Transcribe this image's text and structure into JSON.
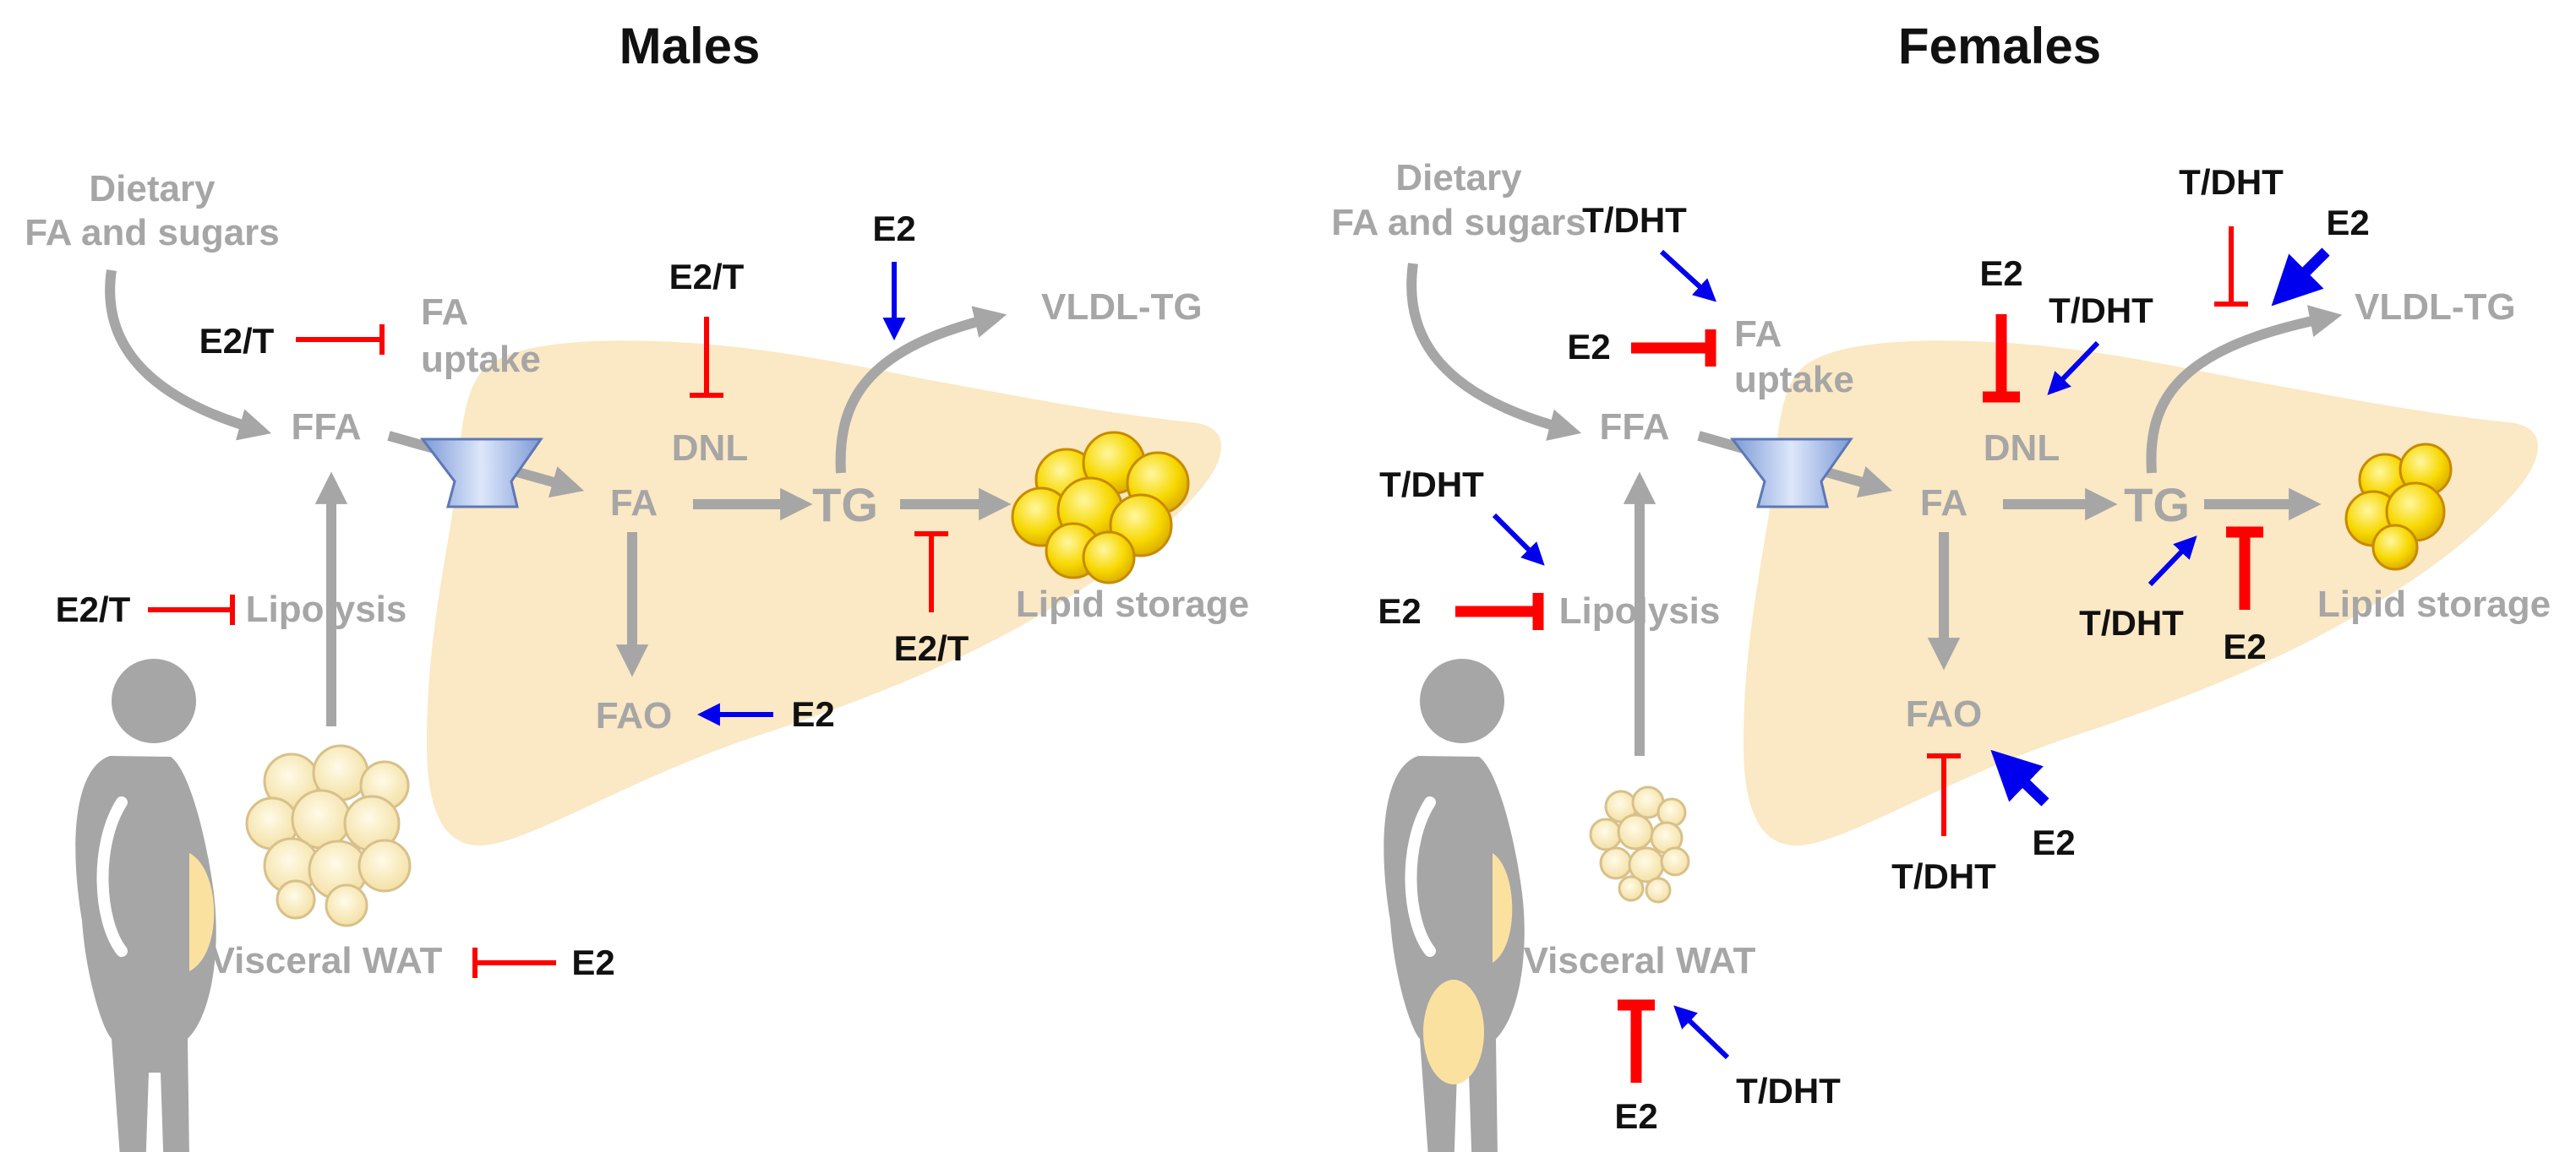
{
  "panels": {
    "males": {
      "title": "Males",
      "dietary_line1": "Dietary",
      "dietary_line2": "FA and sugars",
      "ffa": "FFA",
      "fa_uptake_line1": "FA",
      "fa_uptake_line2": "uptake",
      "fa": "FA",
      "tg": "TG",
      "dnl": "DNL",
      "fao": "FAO",
      "vldl_tg": "VLDL-TG",
      "lipid_storage": "Lipid storage",
      "lipolysis": "Lipolysis",
      "visceral_wat": "Visceral WAT",
      "reg_fa_uptake": "E2/T",
      "reg_lipolysis": "E2/T",
      "reg_dnl": "E2/T",
      "reg_vldl": "E2",
      "reg_storage": "E2/T",
      "reg_fao": "E2",
      "reg_wat": "E2"
    },
    "females": {
      "title": "Females",
      "dietary_line1": "Dietary",
      "dietary_line2": "FA and sugars",
      "ffa": "FFA",
      "fa_uptake_line1": "FA",
      "fa_uptake_line2": "uptake",
      "fa": "FA",
      "tg": "TG",
      "dnl": "DNL",
      "fao": "FAO",
      "vldl_tg": "VLDL-TG",
      "lipid_storage": "Lipid storage",
      "lipolysis": "Lipolysis",
      "visceral_wat": "Visceral WAT",
      "reg_uptake_tdht": "T/DHT",
      "reg_uptake_e2": "E2",
      "reg_lipolysis_tdht": "T/DHT",
      "reg_lipolysis_e2": "E2",
      "reg_dnl_e2": "E2",
      "reg_dnl_tdht": "T/DHT",
      "reg_vldl_tdht": "T/DHT",
      "reg_vldl_e2": "E2",
      "reg_tg_tdht": "T/DHT",
      "reg_storage_e2": "E2",
      "reg_fao_tdht": "T/DHT",
      "reg_fao_e2": "E2",
      "reg_wat_e2": "E2",
      "reg_wat_tdht": "T/DHT"
    }
  },
  "colors": {
    "liver": "#fbe8c4",
    "pathway_arrow": "#a6a6a6",
    "inhibition": "#ff0000",
    "activation": "#0000ee",
    "lipid_droplet": "#f7d800",
    "adipocyte": "#fbe9b0",
    "body_silhouette": "#a6a6a6"
  }
}
